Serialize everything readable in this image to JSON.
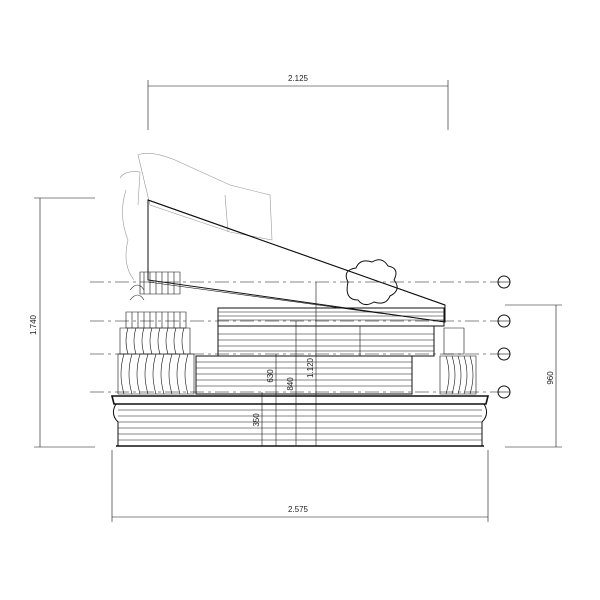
{
  "dimensions": {
    "top_width": "2.125",
    "bottom_width": "2.575",
    "left_height": "1.740",
    "right_height": "960",
    "inner_350": "350",
    "inner_630": "630",
    "inner_840": "840",
    "inner_1120": "1.120"
  },
  "colors": {
    "line": "#111111",
    "background": "#ffffff"
  }
}
